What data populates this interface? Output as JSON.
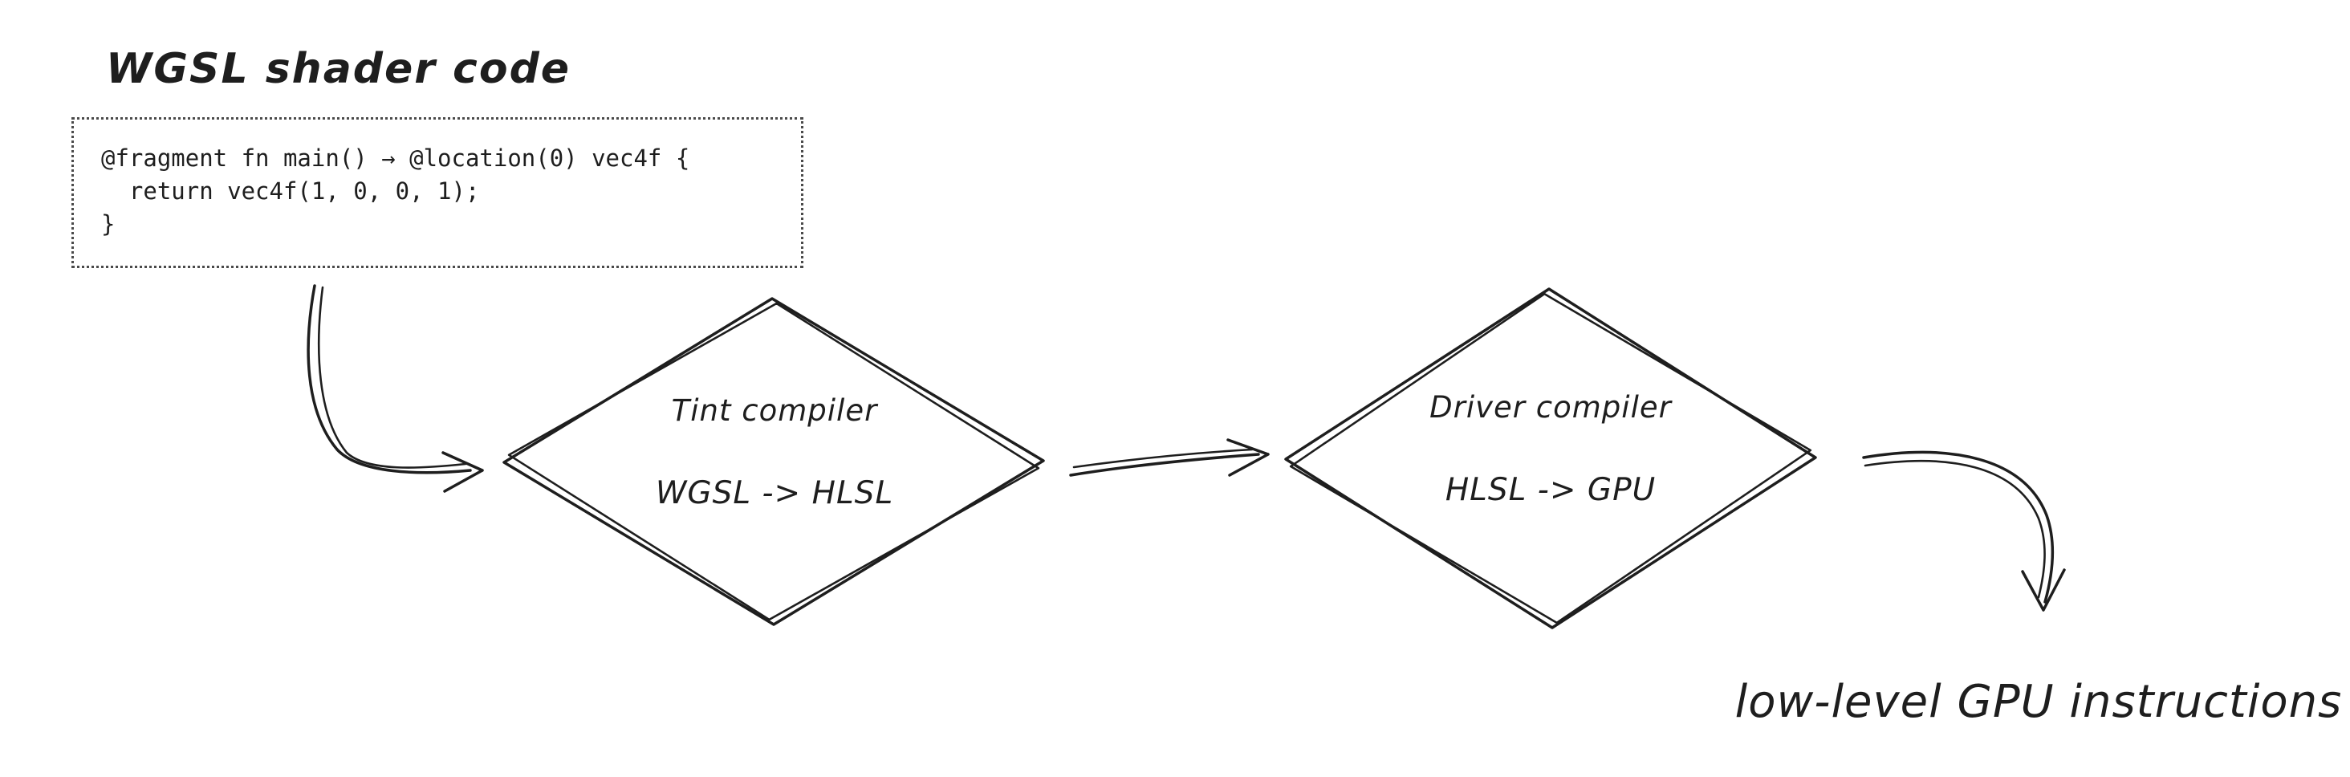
{
  "diagram": {
    "title": "WGSL shader code",
    "code_box": {
      "lines": [
        "@fragment fn main() → @location(0) vec4f {",
        "  return vec4f(1, 0, 0, 1);",
        "}"
      ]
    },
    "nodes": [
      {
        "label": "Tint compiler",
        "sublabel": "WGSL -> HLSL"
      },
      {
        "label": "Driver compiler",
        "sublabel": "HLSL -> GPU"
      }
    ],
    "output_label": "low-level GPU instructions",
    "colors": {
      "stroke": "#1e1e1e",
      "background": "#ffffff"
    }
  }
}
